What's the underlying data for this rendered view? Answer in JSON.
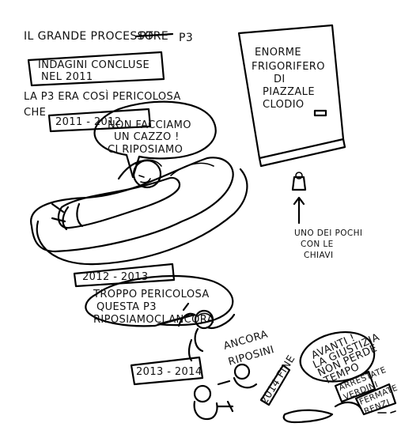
{
  "title": {
    "prefix": "IL GRANDE PROCESSO",
    "struck": "PTRE",
    "suffix": "P3"
  },
  "box_investigations": {
    "line1": "INDAGINI CONCLUSE",
    "line2": "NEL 2011"
  },
  "intro": {
    "line1": "LA P3 ERA COSÌ PERICOLOSA",
    "line2": "CHE"
  },
  "period_2011_2012": {
    "label": "2011 - 2012",
    "bubble": [
      "NON FACCIAMO",
      "UN CAZZO !",
      "CI RIPOSIAMO"
    ]
  },
  "period_2012_2013": {
    "label": "2012 - 2013",
    "bubble": [
      "TROPPO PERICOLOSA",
      "QUESTA P3",
      "RIPOSIAMOCI ANCORA"
    ]
  },
  "period_2013_2014": {
    "label": "2013 - 2014",
    "caption": [
      "ANCORA",
      "RIPOSINI"
    ]
  },
  "end_2014": {
    "label": "2014 FINE",
    "bubble": [
      "AVANTI !",
      "LA GIUSTIZIA",
      "NON PERDE",
      "TEMPO"
    ],
    "sign1": [
      "ARRESTATE",
      "VERDINI"
    ],
    "sign2": [
      "FERMATE",
      "RENZI"
    ]
  },
  "fridge": {
    "label": [
      "ENORME",
      "FRIGORIFERO",
      "DI",
      "PIAZZALE",
      "CLODIO"
    ]
  },
  "key_holder": {
    "caption": [
      "UNO DEI POCHI",
      "CON LE",
      "CHIAVI"
    ]
  }
}
